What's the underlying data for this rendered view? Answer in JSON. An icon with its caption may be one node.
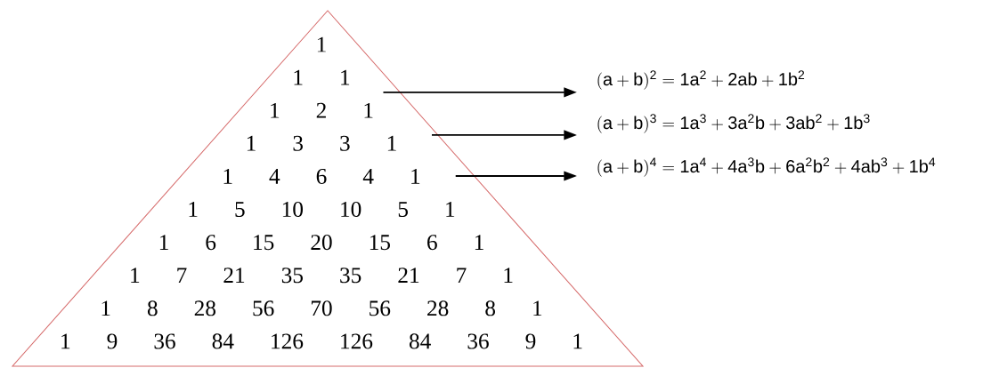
{
  "diagram": {
    "nodes": [
      {
        "text": [
          "1",
          "1 1",
          "1 2 1",
          "1 3 3 1",
          "1 4 6 4 1",
          "1 5 10 10 5 1",
          "1 6 15 20 15 6 1",
          "1 7 21 35 35 21 7 1",
          "1 8 28 56 70 56 28 8 1",
          "1 9 36 84 126 126 84 36 9 1"
        ]
      },
      {
        "text": [
          "\\mathsf{(a+b)^{2} = 1a^{2} + 2ab + 1b^{2}}"
        ]
      },
      {
        "text": [
          "\\mathsf{(a+b)^{3} = 1a^{3} + 3a^{2}b + 3ab^{2} + 1b^{3}}"
        ]
      },
      {
        "text": [
          "\\mathsf{(a+b)^{4} = 1a^{4} + 4a^{3}b + 6a^{2}b^{2} + 4ab^{3} + 1b^{4}}"
        ]
      }
    ],
    "edges": [
      {
        "from": 0,
        "to": 1,
        "arrow": "to"
      },
      {
        "from": 0,
        "to": 2,
        "arrow": "to"
      },
      {
        "from": 0,
        "to": 3,
        "arrow": "to"
      }
    ]
  }
}
